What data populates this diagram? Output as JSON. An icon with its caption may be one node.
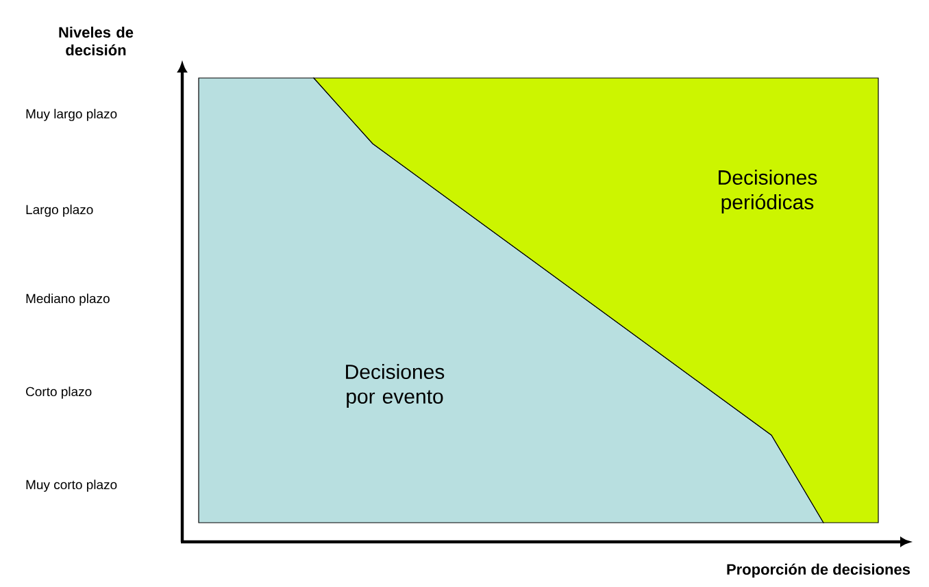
{
  "diagram": {
    "nodes": [
      {
        "text": [
          "Decisiones por evento"
        ]
      },
      {
        "text": [
          "Decisiones periódicas"
        ]
      }
    ],
    "labels": [
      "Niveles de decisión",
      "Muy largo plazo",
      "Largo plazo",
      "Mediano plazo",
      "Corto plazo",
      "Muy corto plazo",
      "Proporción de decisiones"
    ]
  }
}
